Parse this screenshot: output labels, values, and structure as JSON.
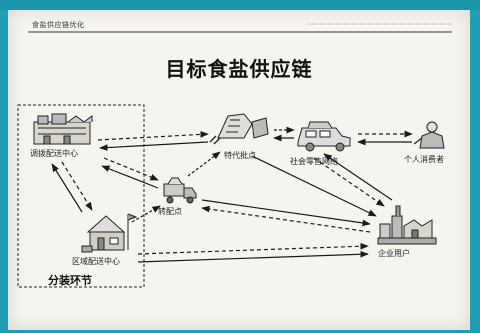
{
  "header": {
    "text": "食盐供应链优化"
  },
  "title": "目标食盐供应链",
  "nodes": {
    "dispatch_center": "调拨配送中心",
    "retail_outlet": "特代批点",
    "retail_network": "社会零售网络",
    "consumer": "个人消费者",
    "distribution_point": "转配点",
    "regional_center": "区域配送中心",
    "enterprise_user": "企业用户"
  },
  "group": {
    "label": "分装环节"
  },
  "colors": {
    "background": "#1f9fb4",
    "paper": "#f6f4ee",
    "ink": "#1a1a1a"
  }
}
